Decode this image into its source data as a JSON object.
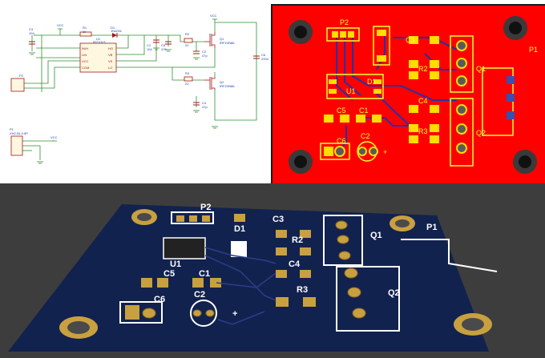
{
  "schematic": {
    "vcc_labels": [
      "VCC",
      "VCC",
      "VCC"
    ],
    "c3": {
      "ref": "C3",
      "val": "104"
    },
    "r1": {
      "ref": "R1",
      "val": "1k"
    },
    "d1": {
      "ref": "D1",
      "val": "1N4001"
    },
    "u1": {
      "ref": "U1",
      "val": "IR2101S",
      "pins_left": [
        "IN/H",
        "LIN",
        "VCC",
        "COM"
      ],
      "pins_right": [
        "HO",
        "VB",
        "VS",
        "LO"
      ]
    },
    "c1": {
      "ref": "C1",
      "val": "104"
    },
    "c5": {
      "ref": "C5",
      "val": "470"
    },
    "r2": {
      "ref": "R2",
      "val": "22"
    },
    "r3": {
      "ref": "R3",
      "val": "22"
    },
    "c2": {
      "ref": "C2",
      "val": "47p"
    },
    "c4": {
      "ref": "C4",
      "val": "47p"
    },
    "q1": {
      "ref": "Q1",
      "val": "IRFZ4N86"
    },
    "q2": {
      "ref": "Q2",
      "val": "IRFZ4N86"
    },
    "c6": {
      "ref": "C6",
      "val": "220n"
    },
    "p2": {
      "ref": "P2"
    },
    "p1": {
      "ref": "P1",
      "val": "XH2.54-3.5P"
    }
  },
  "pcb2d": {
    "labels": {
      "p2": "P2",
      "c3": "C3",
      "r2": "R2",
      "d1": "D1",
      "c4": "C4",
      "r3": "R3",
      "u1": "U1",
      "c5": "C5",
      "c1": "C1",
      "c2": "C2",
      "c6": "C6",
      "q1": "Q1",
      "q2": "Q2",
      "p1": "P1",
      "plus": "+"
    }
  },
  "pcb3d": {
    "labels": {
      "p2": "P2",
      "d1": "D1",
      "c3": "C3",
      "r2": "R2",
      "q1": "Q1",
      "p1": "P1",
      "u1": "U1",
      "c4": "C4",
      "c5": "C5",
      "c1": "C1",
      "r3": "R3",
      "q2": "Q2",
      "c6": "C6",
      "c2": "C2",
      "plus": "+"
    }
  },
  "colors": {
    "pcb_red": "#ff0000",
    "pad_yellow": "#ffdd00",
    "board_blue": "#12224e",
    "gold": "#c8a040",
    "hole_dark": "#3a3a3a",
    "trace_blue": "#2233aa"
  }
}
